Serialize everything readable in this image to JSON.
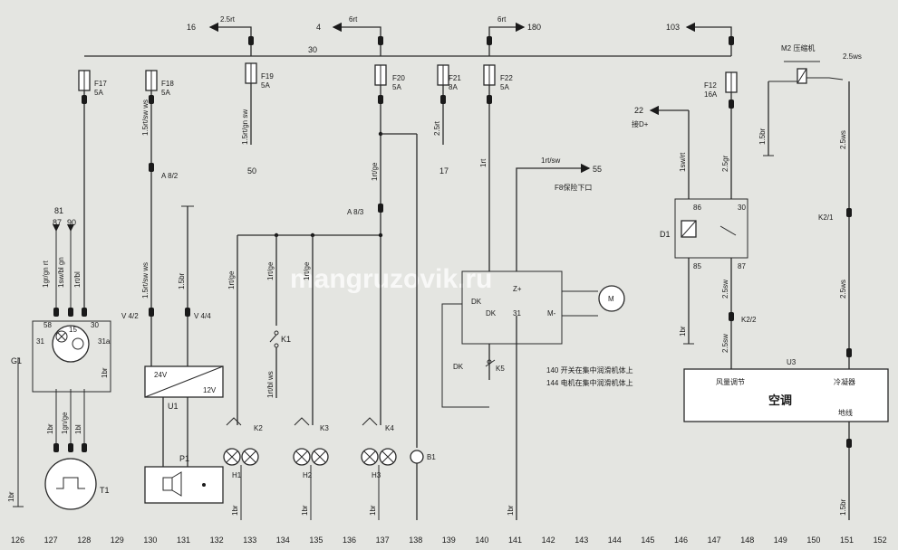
{
  "watermark": "mangruzovik.ru",
  "columns": [
    "126",
    "127",
    "128",
    "129",
    "130",
    "131",
    "132",
    "133",
    "134",
    "135",
    "136",
    "137",
    "138",
    "139",
    "140",
    "141",
    "142",
    "143",
    "144",
    "145",
    "146",
    "147",
    "148",
    "149",
    "150",
    "151",
    "152"
  ],
  "bus": {
    "label": "30"
  },
  "arrows": {
    "a16": "16",
    "a4": "4",
    "a180": "180",
    "a103": "103",
    "a81": "81",
    "a87": "87",
    "a90": "90",
    "a50": "50",
    "a17": "17",
    "a55": "55",
    "a22": "22",
    "a22sub": "接D+",
    "a55sub": "F8保险下口"
  },
  "fuses": [
    {
      "name": "F17",
      "amp": "5A"
    },
    {
      "name": "F18",
      "amp": "5A"
    },
    {
      "name": "F19",
      "amp": "5A"
    },
    {
      "name": "F20",
      "amp": "5A"
    },
    {
      "name": "F21",
      "amp": "8A"
    },
    {
      "name": "F22",
      "amp": "5A"
    },
    {
      "name": "F12",
      "amp": "16A"
    }
  ],
  "wires": {
    "w_top16": "2.5rt",
    "w_top4": "6rt",
    "w_top180": "6rt",
    "w_f18": "1.5rt/sw ws",
    "w_f18b": "1.5rt/sw ws",
    "w_f19": "1.5rt/gn sw",
    "w_f21": "2.5rt",
    "w_f22": "1rt",
    "w_f20": "1rt/ge",
    "w_55": "1rt/sw",
    "w_22": "1sw/rt",
    "w_f12": "2.5gr",
    "w_m2": "2.5ws",
    "w_m2b": "2.5ws",
    "w_k21": "2.5ws",
    "w_u3": "1.5br",
    "w_m2br": "1.5br",
    "w_d1": "2.5sw",
    "w_d1b": "2.5sw",
    "w_d1br": "1br",
    "w_ge1": "1rt/ge",
    "w_ge2": "1rt/ge",
    "w_ge3": "1rt/ge",
    "w_k1": "1rt/bl ws",
    "w_u1br": "1.5br",
    "w_g1a": "1gr/gn rt",
    "w_g1b": "1sw/bl gn",
    "w_g1c": "1rt/bl",
    "w_g1br": "1br",
    "w_t1a": "1br",
    "w_t1b": "1gn/ge",
    "w_t1c": "1bl",
    "w_br126": "1br",
    "w_br133": "1br",
    "w_br135": "1br",
    "w_br137": "1br",
    "w_br141": "1br",
    "w_br141b": "1br"
  },
  "connectors": {
    "a82": "A 8/2",
    "a83": "A 8/3",
    "v42": "V 4/2",
    "v44": "V 4/4",
    "k22": "K2/2",
    "k21": "K2/1"
  },
  "components": {
    "g1": "G1",
    "g1_58": "58",
    "g1_15": "15",
    "g1_30": "30",
    "g1_31": "31",
    "g1_31a": "31a",
    "t1": "T1",
    "u1": "U1",
    "u1_in": "24V",
    "u1_out": "12V",
    "p1": "P1",
    "k1": "K1",
    "k2": "K2",
    "k3": "K3",
    "k4": "K4",
    "k5": "K5",
    "h1": "H1",
    "h2": "H2",
    "h3": "H3",
    "b1": "B1",
    "wiper_dk": "DK",
    "wiper_dk2": "DK",
    "wiper_31": "31",
    "wiper_53": "53",
    "wiper_m": "M",
    "wiper_zplus": "Z+",
    "wiper_mminus": "M-",
    "wiper_dk_k5": "DK",
    "note1": "140 开关在集中润滑机体上",
    "note2": "144 电机在集中润滑机体上",
    "d1": "D1",
    "d1_86": "86",
    "d1_30": "30",
    "d1_85": "85",
    "d1_87": "87",
    "m2": "M2 压缩机",
    "u3": "U3",
    "u3_fan": "风量调节",
    "u3_title": "空调",
    "u3_cool": "冷凝器",
    "u3_gnd": "地线"
  }
}
